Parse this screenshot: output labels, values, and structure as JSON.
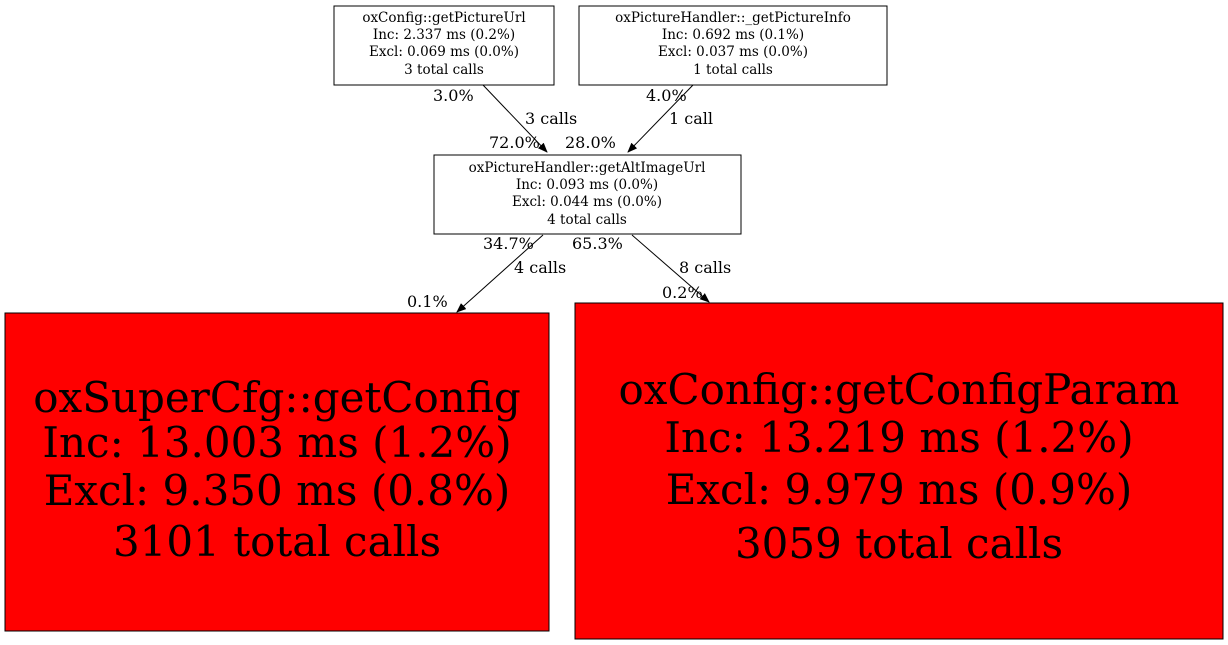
{
  "nodes": {
    "get_picture_url": {
      "name": "oxConfig::getPictureUrl",
      "inc": "Inc: 2.337 ms (0.2%)",
      "excl": "Excl: 0.069 ms (0.0%)",
      "calls": "3 total calls"
    },
    "get_picture_info": {
      "name": "oxPictureHandler::_getPictureInfo",
      "inc": "Inc: 0.692 ms (0.1%)",
      "excl": "Excl: 0.037 ms (0.0%)",
      "calls": "1 total calls"
    },
    "get_alt_image_url": {
      "name": "oxPictureHandler::getAltImageUrl",
      "inc": "Inc: 0.093 ms (0.0%)",
      "excl": "Excl: 0.044 ms (0.0%)",
      "calls": "4 total calls"
    },
    "get_config": {
      "name": "oxSuperCfg::getConfig",
      "inc": "Inc: 13.003 ms (1.2%)",
      "excl": "Excl: 9.350 ms (0.8%)",
      "calls": "3101 total calls",
      "fill": "#ff0000"
    },
    "get_config_param": {
      "name": "oxConfig::getConfigParam",
      "inc": "Inc: 13.219 ms (1.2%)",
      "excl": "Excl: 9.979 ms (0.9%)",
      "calls": "3059 total calls",
      "fill": "#ff0000"
    }
  },
  "edges": {
    "url_to_alt": {
      "tail_pct": "3.0%",
      "calls": "3 calls",
      "head_pct": "72.0%"
    },
    "info_to_alt": {
      "tail_pct": "4.0%",
      "calls": "1 call",
      "head_pct": "28.0%"
    },
    "alt_to_config": {
      "tail_pct": "34.7%",
      "calls": "4 calls",
      "head_pct": "0.1%"
    },
    "alt_to_param": {
      "tail_pct": "65.3%",
      "calls": "8 calls",
      "head_pct": "0.2%"
    }
  }
}
